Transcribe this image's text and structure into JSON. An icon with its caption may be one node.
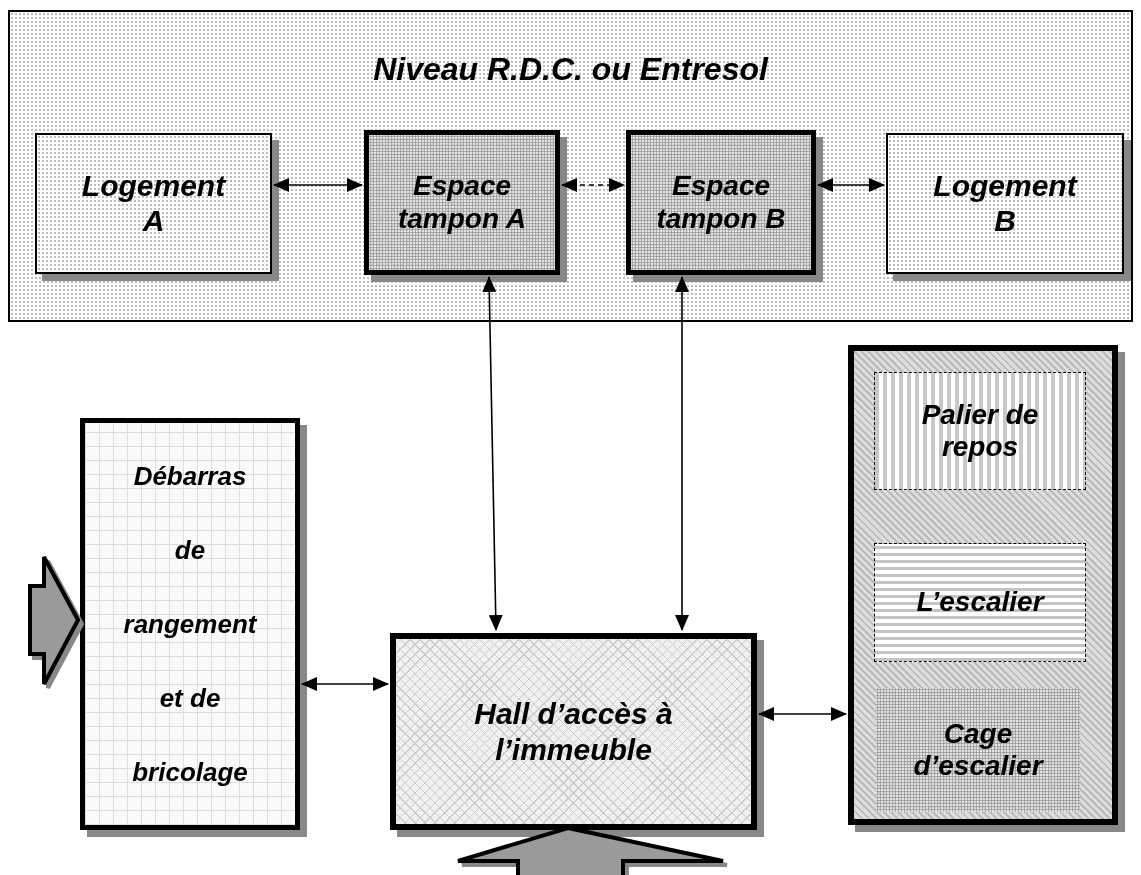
{
  "diagram": {
    "nodes": [
      {
        "text": [
          "Niveau R.D.C. ou Entresol"
        ]
      },
      {
        "text": [
          "Logement A"
        ],
        "in": 0
      },
      {
        "text": [
          "Espace tampon A"
        ],
        "in": 0
      },
      {
        "text": [
          "Espace tampon B"
        ],
        "in": 0
      },
      {
        "text": [
          "Logement B"
        ],
        "in": 0
      },
      {
        "text": [
          "Débarras de rangement et de bricolage"
        ]
      },
      {
        "text": [
          "Hall d’accès à l’immeuble"
        ]
      },
      {
        "text": [],
        "shape": "box"
      },
      {
        "text": [
          "Palier de repos"
        ],
        "in": 7
      },
      {
        "text": [
          "L’escalier"
        ],
        "in": 7
      },
      {
        "text": [
          "Cage d’escalier"
        ],
        "in": 7
      }
    ],
    "edges": [
      {
        "from": 1,
        "to": 2,
        "arrow": "both"
      },
      {
        "from": 2,
        "to": 3,
        "arrow": "both",
        "style": "dashed"
      },
      {
        "from": 3,
        "to": 4,
        "arrow": "both"
      },
      {
        "from": 2,
        "to": 6,
        "arrow": "both"
      },
      {
        "from": 3,
        "to": 6,
        "arrow": "both"
      },
      {
        "from": 5,
        "to": 6,
        "arrow": "both"
      },
      {
        "from": 6,
        "to": 7,
        "arrow": "both"
      },
      {
        "from": null,
        "to": 5,
        "arrow": "to",
        "style": "thick"
      },
      {
        "from": null,
        "to": 6,
        "arrow": "to",
        "style": "thick"
      }
    ]
  }
}
